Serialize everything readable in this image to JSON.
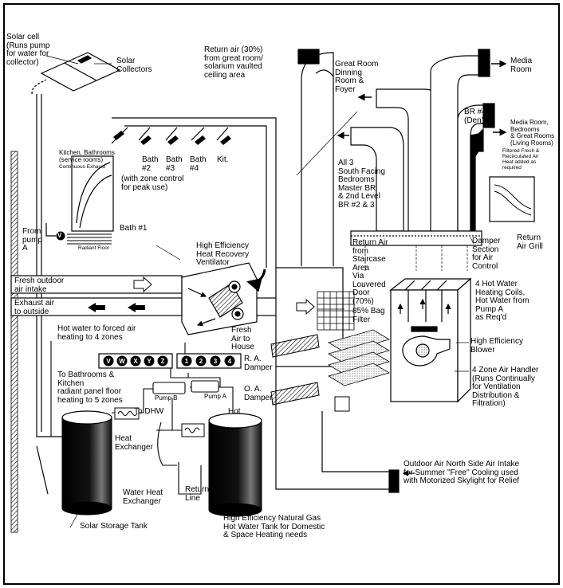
{
  "labels": {
    "solar_cell": "Solar cell\n(Runs pump\nfor water for\ncollector)",
    "solar_collectors": "Solar\nCollectors",
    "return_air": "Return air (30%)\nfrom great room/\nsolarium vaulted\nceiling area",
    "great_room": "Great Room\nDinning\nRoom &\nFoyer",
    "media_room": "Media\nRoom",
    "br4": "BR #4\n(Den)",
    "media_bedrooms": "Media Room,\nBedrooms\n& Great Rooms\n(Living Rooms)",
    "filtered_note": "Filtered Fresh &\nRecirculated Air\nHeat added as\nrequired",
    "south_bedrooms": "All 3\nSouth Facing\nBedrooms\nMaster BR\n& 2nd Level\nBR #2 & 3",
    "kitchen_baths": "Kitchen, Bathrooms\n(service rooms)",
    "continuous_exhaust": "Continuous Exhaust",
    "bath2": "Bath\n#2",
    "bath3": "Bath\n#3",
    "bath4": "Bath\n#4",
    "kit": "Kit.",
    "zone_control": "(with zone control\nfor peak use)",
    "from_pump_a": "From\npump\nA",
    "bath1": "Bath #1",
    "radiant_floor": "Radiant Floor",
    "valve_v": "V",
    "hrv": "High Efficiency\nHeat Recovery\nVentilator",
    "return_air_staircase": "Return Air\nfrom\nStaircase\nArea\nVia\nLouvered\nDoor\n(70%)",
    "bag_filter": "85% Bag\nFilter",
    "damper_section": "Damper\nSection\nfor Air\nControl",
    "return_air_grill": "Return\nAir Grill",
    "hot_water_coils": "4 Hot Water\nHeating Coils,\nHot Water from\nPump A\nas Req'd",
    "fresh_outdoor_air": "Fresh outdoor\nair intake",
    "exhaust_air": "Exhaust air\nto outside",
    "fresh_air_house": "Fresh\nAir to\nHouse",
    "hot_water_zones": "Hot water to forced air\nheating to 4 zones",
    "high_eff_blower": "High Efficiency\nBlower",
    "ra_damper": "R. A.\nDamper",
    "oa_damper": "O. A.\nDamper",
    "air_handler": "4 Zone Air Handler\n(Runs Continually\nfor Ventilation\nDistribution &\nFiltration)",
    "to_bathrooms": "To Bathrooms &\nKitchen\nradiant panel floor\nheating to 5 zones",
    "pump_b": "Pump B",
    "pump_a": "Pump A",
    "to_dhw": "To DHW",
    "hot": "Hot",
    "heat_exchanger": "Heat\nExchanger",
    "water_heat_exchanger": "Water Heat\nExchanger",
    "return_line": "Return\nLine",
    "outdoor_air_north": "Outdoor Air North Side Air Intake\nfor Summer \"Free\" Cooling used\nwith Motorized Skylight for Relief",
    "solar_storage": "Solar Storage Tank",
    "gas_tank": "High Efficiency Natural Gas\nHot Water Tank for Domestic\n& Space Heating needs"
  },
  "manifold_left": [
    "V",
    "W",
    "X",
    "Y",
    "Z"
  ],
  "manifold_right": [
    "1",
    "2",
    "3",
    "4"
  ]
}
